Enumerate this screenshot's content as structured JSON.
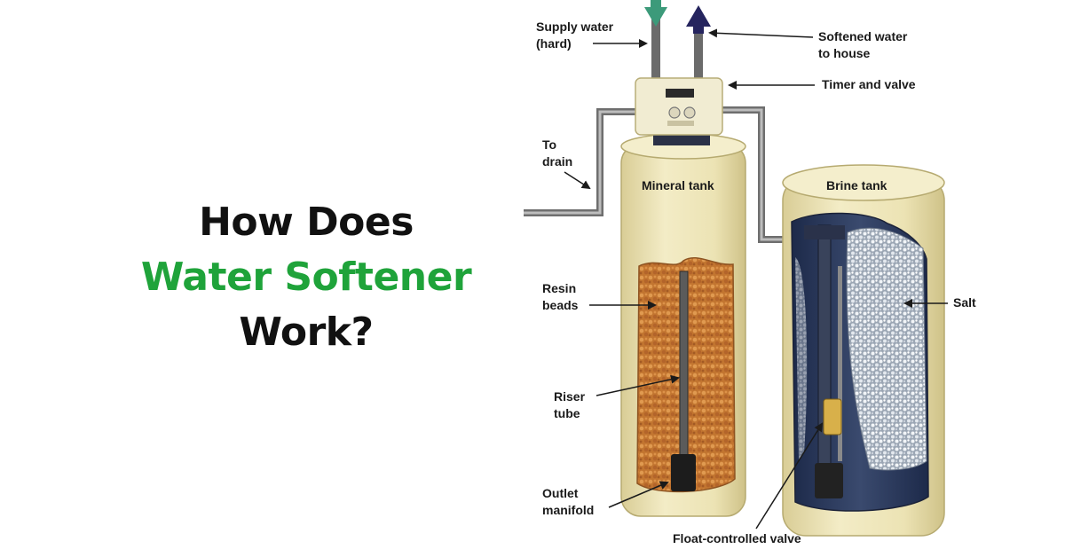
{
  "headline": {
    "line1": "How Does",
    "line2": "Water Softener",
    "line3": "Work?"
  },
  "labels": {
    "supply_water_1": "Supply water",
    "supply_water_2": "(hard)",
    "softened_water_1": "Softened water",
    "softened_water_2": "to house",
    "timer_valve": "Timer and valve",
    "to_drain_1": "To",
    "to_drain_2": "drain",
    "mineral_tank": "Mineral tank",
    "brine_tank": "Brine tank",
    "resin_beads_1": "Resin",
    "resin_beads_2": "beads",
    "salt": "Salt",
    "riser_tube_1": "Riser",
    "riser_tube_2": "tube",
    "outlet_manifold_1": "Outlet",
    "outlet_manifold_2": "manifold",
    "float_valve": "Float-controlled valve"
  },
  "colors": {
    "accent": "#1fa33a",
    "tank": "#ece3b4",
    "resin": "#c87a35",
    "arrow_supply": "#3c9a7a",
    "arrow_house": "#25245e"
  }
}
